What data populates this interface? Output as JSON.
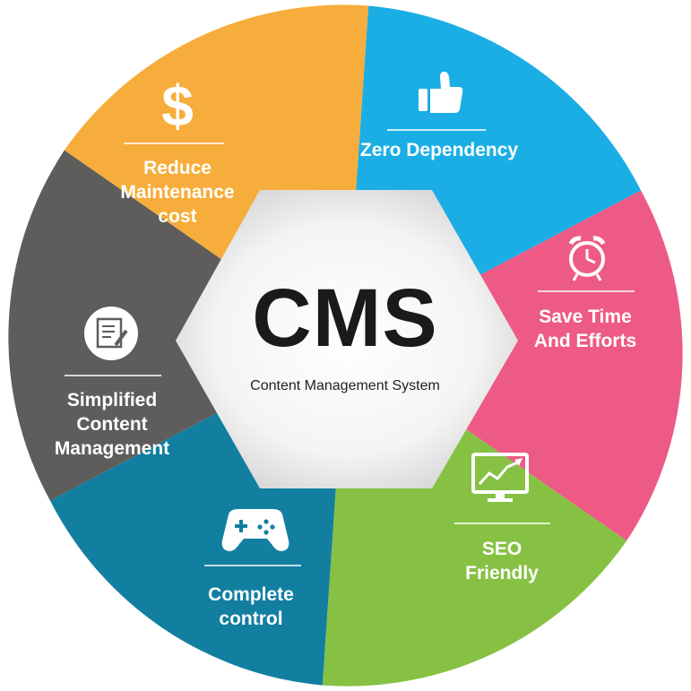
{
  "center": {
    "title": "CMS",
    "subtitle": "Content Management System"
  },
  "segments": [
    {
      "id": "reduce-maintenance",
      "label": "Reduce\nMaintenance\ncost",
      "color": "#F7AD3B",
      "icon": "dollar-icon"
    },
    {
      "id": "zero-dependency",
      "label": "Zero Dependency",
      "color": "#1AAEE5",
      "icon": "thumbs-up-icon"
    },
    {
      "id": "save-time",
      "label": "Save Time\nAnd Efforts",
      "color": "#EE5A86",
      "icon": "alarm-clock-icon"
    },
    {
      "id": "seo-friendly",
      "label": "SEO\nFriendly",
      "color": "#86C144",
      "icon": "analytics-monitor-icon"
    },
    {
      "id": "complete-control",
      "label": "Complete\ncontrol",
      "color": "#127FA1",
      "icon": "gamepad-icon"
    },
    {
      "id": "simplified-content",
      "label": "Simplified\nContent\nManagement",
      "color": "#5E5D5B",
      "icon": "document-edit-icon"
    }
  ]
}
